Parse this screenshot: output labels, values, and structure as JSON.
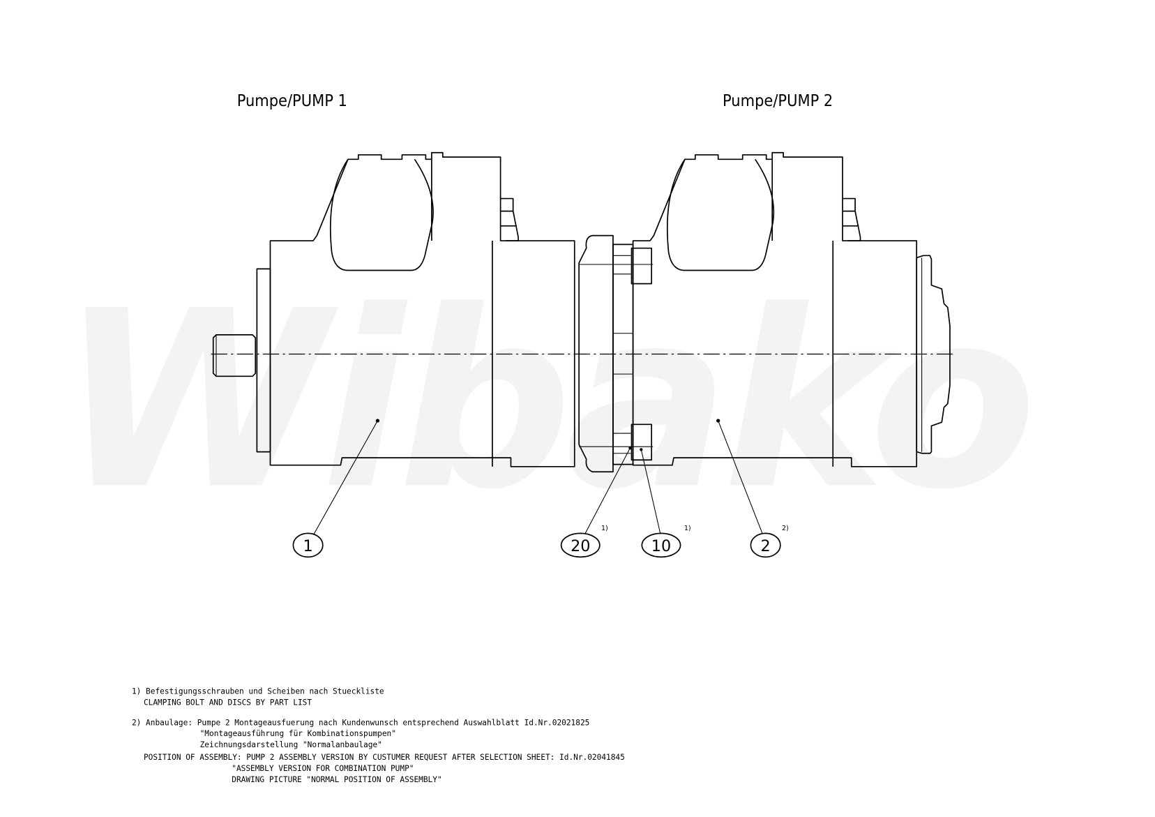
{
  "titles": {
    "pump1": "Pumpe/PUMP 1",
    "pump2": "Pumpe/PUMP 2"
  },
  "watermark": "Wibako",
  "callouts": [
    {
      "label": "1",
      "note": ""
    },
    {
      "label": "20",
      "note": "1)"
    },
    {
      "label": "10",
      "note": "1)"
    },
    {
      "label": "2",
      "note": "2)"
    }
  ],
  "notes": [
    "1) Befestigungsschrauben und Scheiben nach Stueckliste",
    "CLAMPING BOLT AND DISCS BY PART LIST",
    "2) Anbaulage: Pumpe 2 Montageausfuerung nach Kundenwunsch entsprechend Auswahlblatt Id.Nr.02021825",
    "\"Montageausführung für Kombinationspumpen\"",
    "Zeichnungsdarstellung \"Normalanbaulage\"",
    "POSITION OF ASSEMBLY: PUMP 2 ASSEMBLY VERSION BY CUSTUMER REQUEST AFTER SELECTION SHEET: Id.Nr.02041845",
    "\"ASSEMBLY VERSION FOR COMBINATION PUMP\"",
    "DRAWING PICTURE \"NORMAL POSITION OF ASSEMBLY\""
  ]
}
